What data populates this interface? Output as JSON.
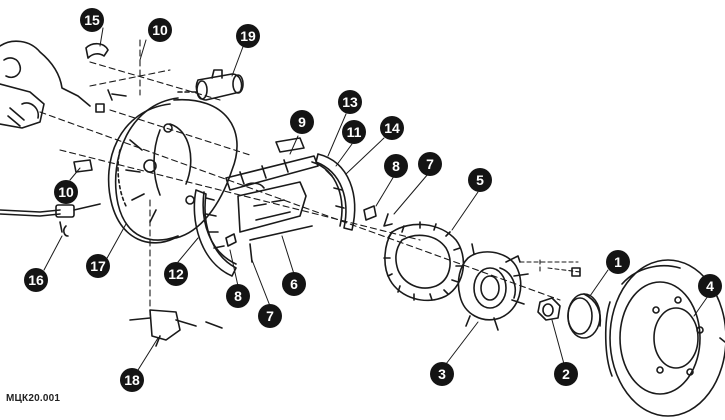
{
  "figure_code": "МЦК20.001",
  "callouts": [
    "1",
    "2",
    "3",
    "4",
    "5",
    "6",
    "7",
    "7",
    "8",
    "8",
    "9",
    "10",
    "10",
    "11",
    "12",
    "13",
    "14",
    "15",
    "16",
    "17",
    "18",
    "19"
  ],
  "colors": {
    "ink": "#141414",
    "paper": "#ffffff"
  }
}
